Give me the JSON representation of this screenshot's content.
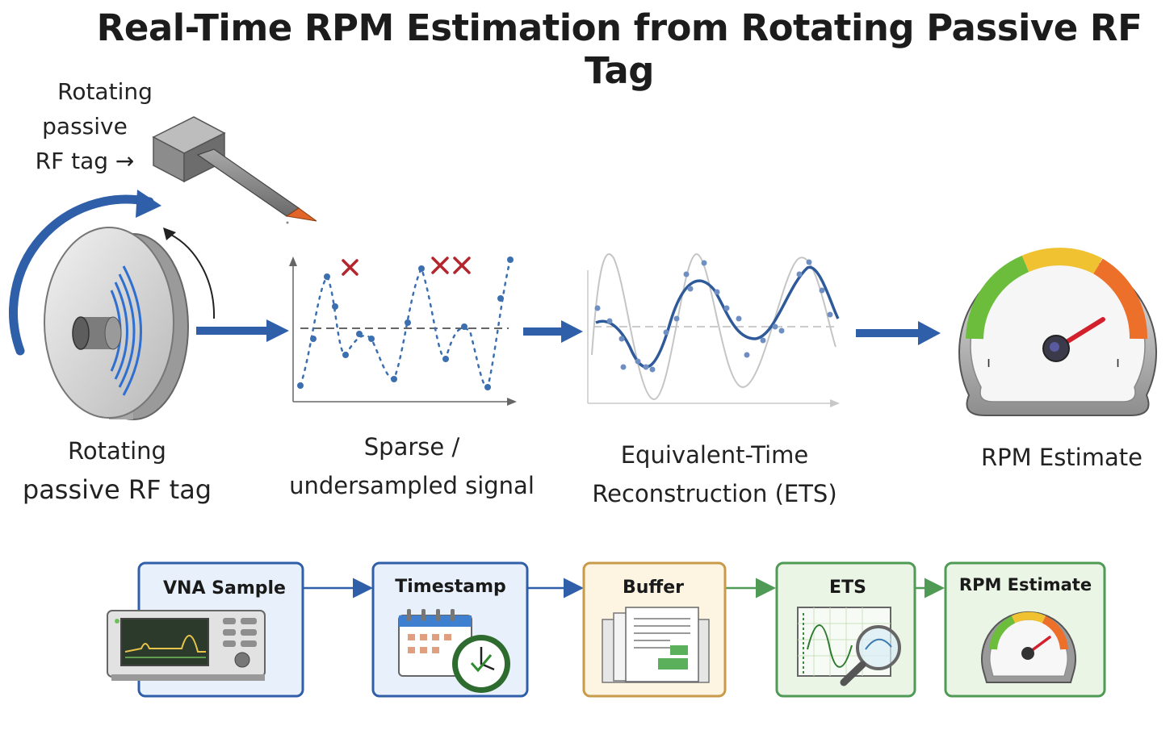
{
  "title": "Real-Time RPM Estimation from Rotating Passive RF Tag",
  "probe_label": {
    "line1": "Rotating",
    "line2": "passive",
    "line3": "RF tag",
    "arrow": "→"
  },
  "stages": [
    {
      "line1": "Rotating",
      "line2": "passive RF tag"
    },
    {
      "line1": "Sparse /",
      "line2": "undersampled signal"
    },
    {
      "line1": "Equivalent-Time",
      "line2": "Reconstruction (ETS)"
    },
    {
      "line1": "RPM Estimate"
    }
  ],
  "pipeline": [
    {
      "label": "VNA Sample",
      "icon": "vna-instrument-icon",
      "border": "#2f5fa8",
      "fill": "#e8f0fb"
    },
    {
      "label": "Timestamp",
      "icon": "calendar-clock-icon",
      "border": "#2f5fa8",
      "fill": "#e8f0fb"
    },
    {
      "label": "Buffer",
      "icon": "buffer-documents-icon",
      "border": "#c89a4a",
      "fill": "#fdf4e1"
    },
    {
      "label": "ETS",
      "icon": "ets-magnifier-icon",
      "border": "#4f9a55",
      "fill": "#eaf5e6"
    },
    {
      "label": "RPM Estimate",
      "icon": "gauge-icon",
      "border": "#4f9a55",
      "fill": "#eaf5e6"
    }
  ],
  "colors": {
    "accent_blue": "#2f5fa8",
    "signal_blue": "#3c6fb0",
    "marker_red": "#b3262e",
    "green": "#4f9a55"
  }
}
